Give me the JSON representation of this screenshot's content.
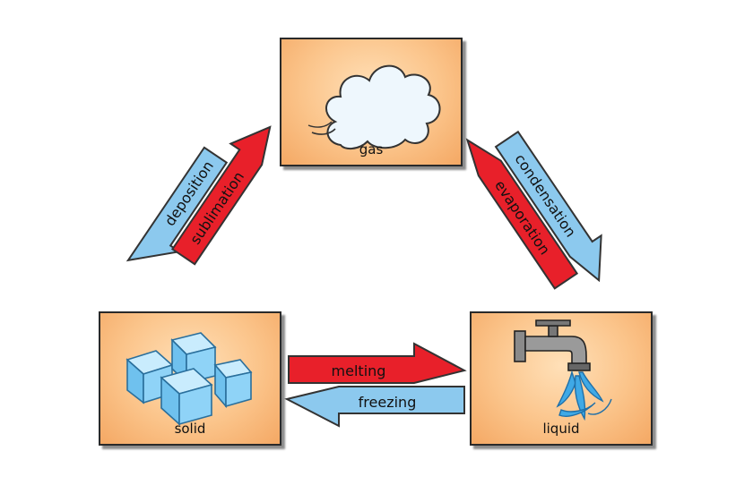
{
  "states": {
    "gas": "gas",
    "solid": "solid",
    "liquid": "liquid"
  },
  "transitions": {
    "deposition": "deposition",
    "sublimation": "sublimation",
    "condensation": "condensation",
    "evaporation": "evaporation",
    "melting": "melting",
    "freezing": "freezing"
  },
  "colors": {
    "box_fill": "#fbc48a",
    "red_arrow": "#e8202a",
    "blue_arrow": "#8cc9ee",
    "ice": "#8fd3f7",
    "water": "#3fa9e6"
  }
}
